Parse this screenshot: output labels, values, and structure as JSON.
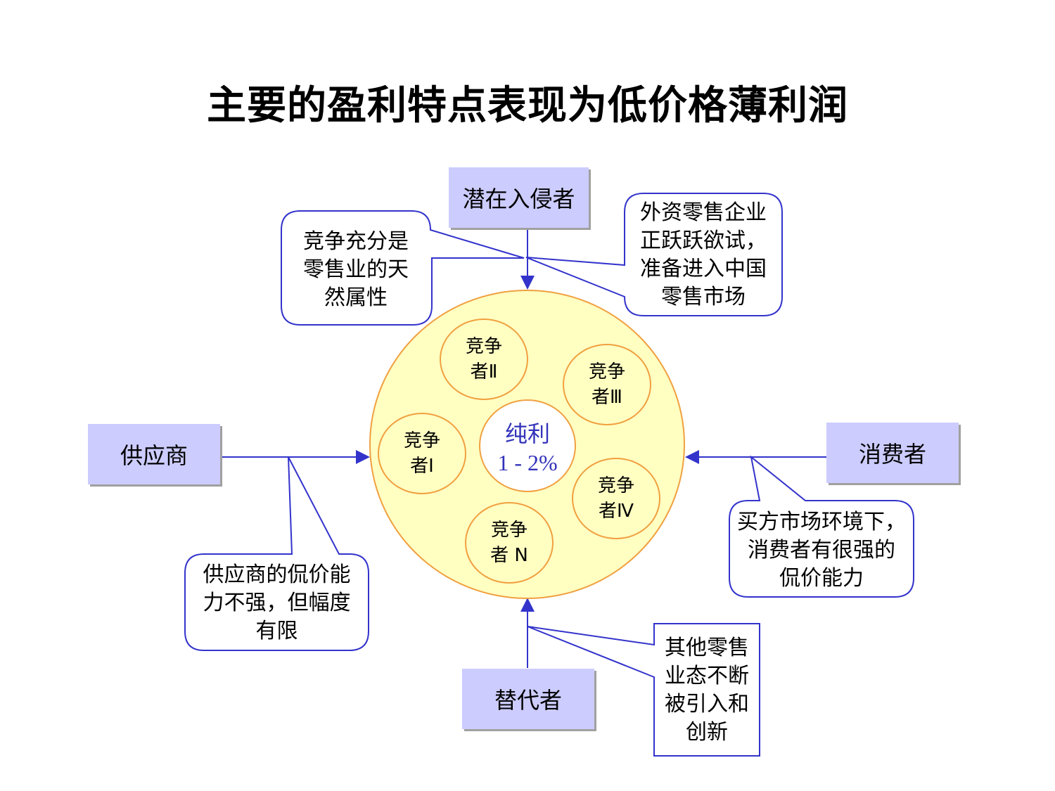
{
  "title": "主要的盈利特点表现为低价格薄利润",
  "forces": {
    "entrants": "潜在入侵者",
    "suppliers": "供应商",
    "consumers": "消费者",
    "substitutes": "替代者"
  },
  "notes": {
    "competition": "竞争充分是\n零售业的天\n然属性",
    "foreign": "外资零售企业\n正跃跃欲试，\n准备进入中国\n零售市场",
    "supplier_power": "供应商的侃价能\n力不强，但幅度\n有限",
    "consumer_power": "买方市场环境下，\n消费者有很强的\n侃价能力",
    "substitute": "其他零售\n业态不断\n被引入和\n创新"
  },
  "competitors": [
    "竞争\n者Ⅰ",
    "竞争\n者Ⅱ",
    "竞争\n者Ⅲ",
    "竞争\n者Ⅳ",
    "竞争\n者 N"
  ],
  "core": {
    "label": "纯利",
    "value": "1 - 2%"
  },
  "colors": {
    "box_fill": "#ccccff",
    "line": "#3333cc",
    "circle_fill": "#ffffc2",
    "circle_stroke": "#f0a040"
  }
}
